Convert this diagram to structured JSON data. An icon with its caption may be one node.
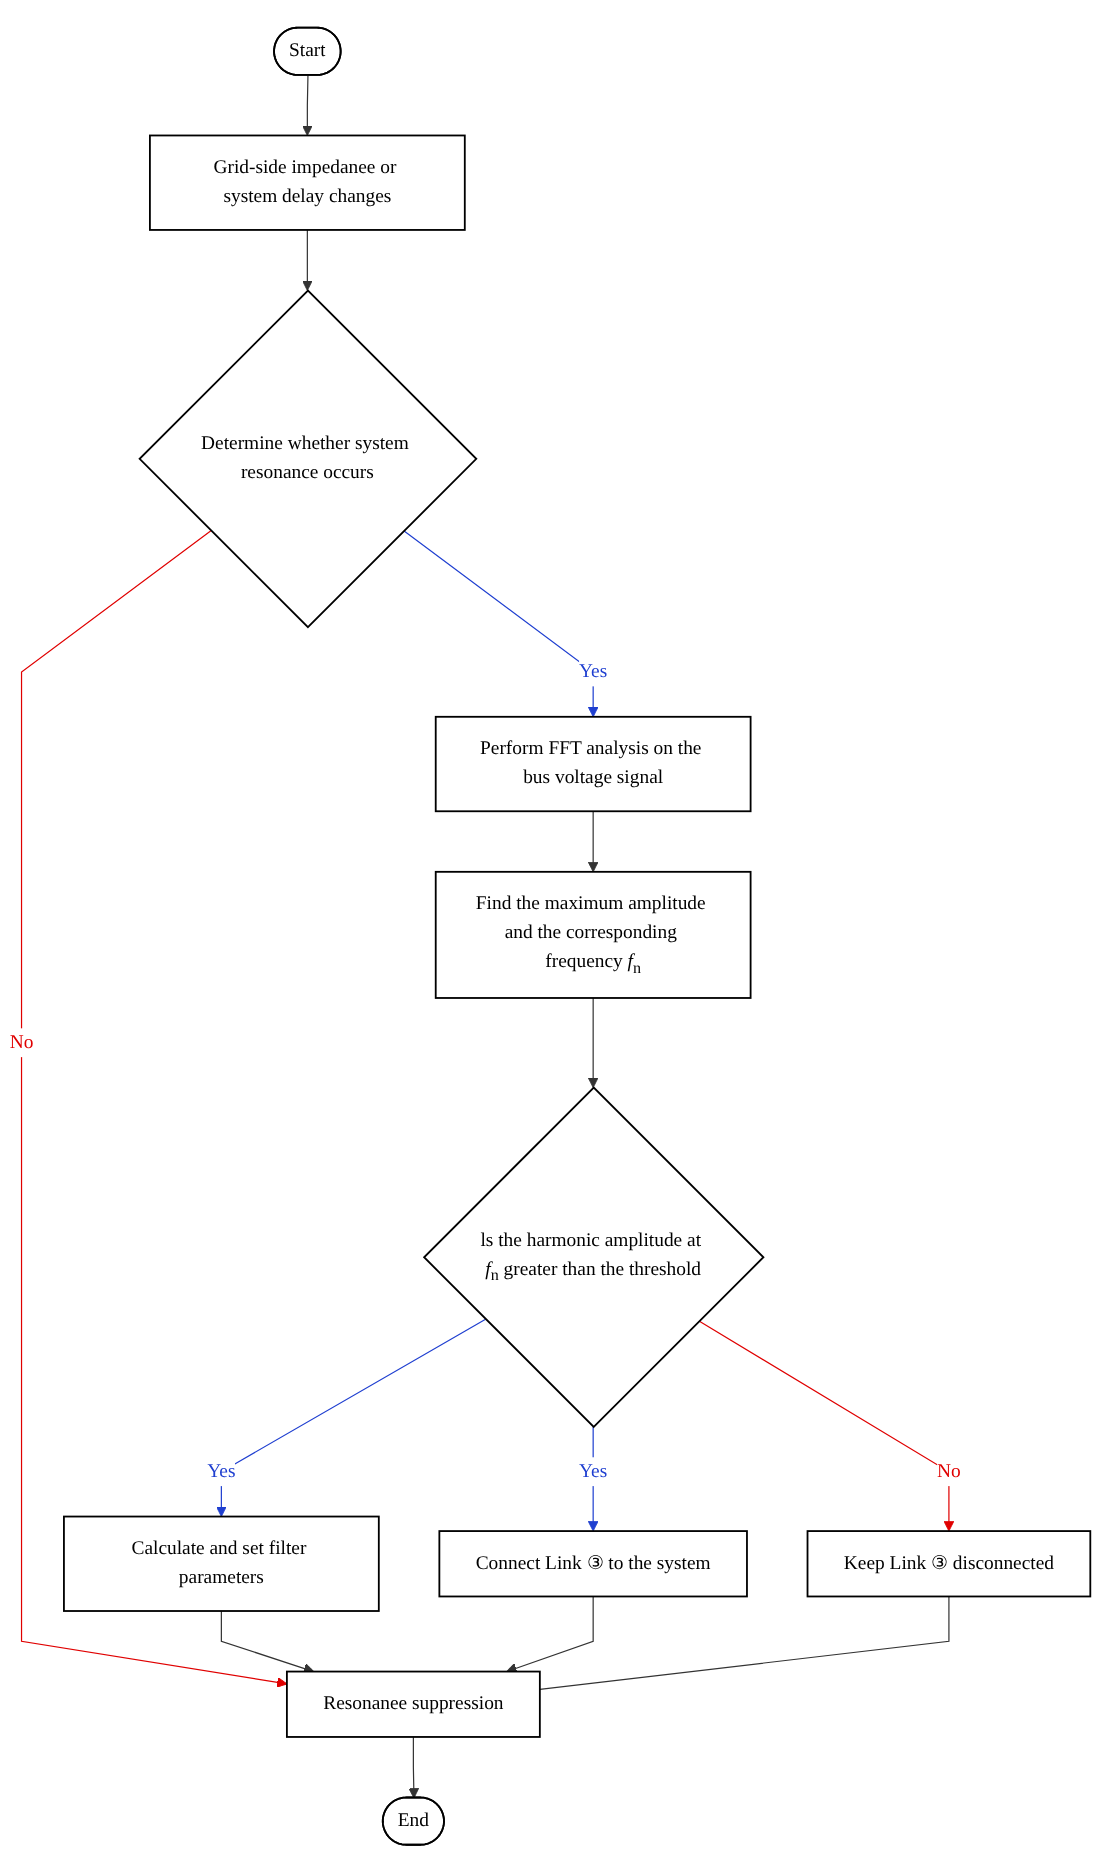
{
  "diagram": {
    "nodes": [
      {
        "text": [
          "Start"
        ]
      },
      {
        "text": [
          "Grid-side impedanee or system delay changes"
        ]
      },
      {
        "text": [
          "Determine whether system resonance occurs"
        ]
      },
      {
        "text": [
          "Perform FFT analysis on the bus voltage signal"
        ]
      },
      {
        "text": [
          "Find the maximum amplitude and the corresponding frequency *f*$_{n}$"
        ]
      },
      {
        "text": [
          "ls the harmonic amplitude at *f*$_{n}$ greater than the threshold"
        ]
      },
      {
        "text": [
          "Calculate and set filter parameters"
        ]
      },
      {
        "text": [
          "Connect Link ③ to the system"
        ]
      },
      {
        "text": [
          "Keep Link ③ disconnected"
        ]
      },
      {
        "text": [
          "Resonanee suppression"
        ]
      },
      {
        "text": [
          "End"
        ]
      }
    ],
    "edges": [
      {
        "from": 0,
        "to": 1,
        "arrow": "to"
      },
      {
        "from": 1,
        "to": 2,
        "arrow": "to"
      },
      {
        "from": 2,
        "to": 3,
        "arrow": "to",
        "label": "Yes",
        "color": "#1f3fd0"
      },
      {
        "from": 2,
        "to": 9,
        "arrow": "to",
        "label": "No",
        "color": "#e00000"
      },
      {
        "from": 3,
        "to": 4,
        "arrow": "to"
      },
      {
        "from": 4,
        "to": 5,
        "arrow": "to"
      },
      {
        "from": 5,
        "to": 6,
        "arrow": "to",
        "label": "Yes",
        "color": "#1f3fd0"
      },
      {
        "from": 5,
        "to": 7,
        "arrow": "to",
        "label": "Yes",
        "color": "#1f3fd0"
      },
      {
        "from": 5,
        "to": 8,
        "arrow": "to",
        "label": "No",
        "color": "#e00000"
      },
      {
        "from": 6,
        "to": 9,
        "arrow": "to"
      },
      {
        "from": 7,
        "to": 9,
        "arrow": "to"
      },
      {
        "from": 8,
        "to": 9,
        "arrow": "none"
      },
      {
        "from": 9,
        "to": 10,
        "arrow": "to"
      }
    ]
  }
}
